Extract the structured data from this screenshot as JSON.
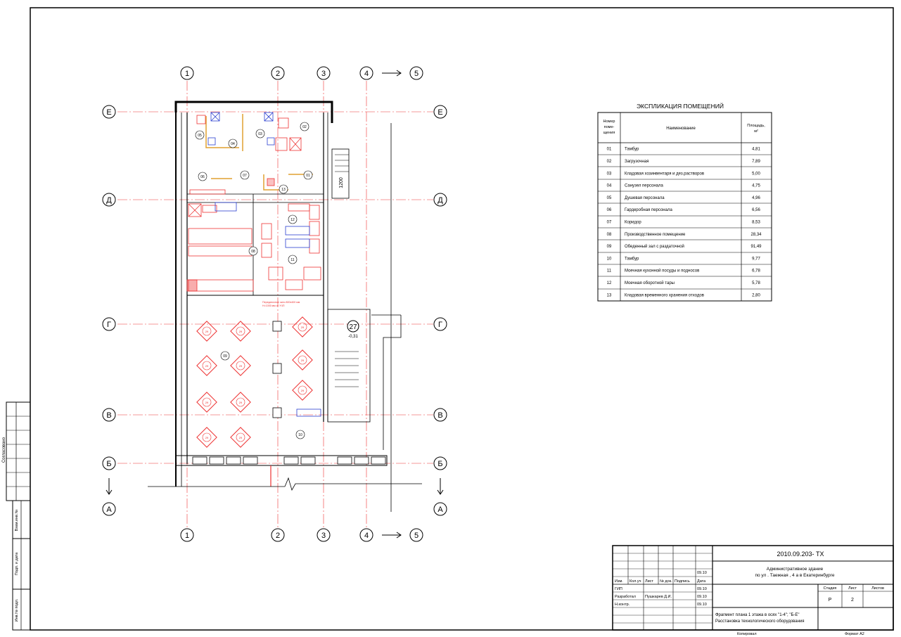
{
  "axes": {
    "vertical": [
      {
        "id": "1",
        "label": "1"
      },
      {
        "id": "2",
        "label": "2"
      },
      {
        "id": "3",
        "label": "3"
      },
      {
        "id": "4",
        "label": "4"
      },
      {
        "id": "5",
        "label": "5"
      }
    ],
    "horizontal": [
      {
        "id": "E",
        "label": "Е"
      },
      {
        "id": "D",
        "label": "Д"
      },
      {
        "id": "G",
        "label": "Г"
      },
      {
        "id": "V",
        "label": "В"
      },
      {
        "id": "B",
        "label": "Б"
      },
      {
        "id": "A",
        "label": "А"
      }
    ]
  },
  "plan": {
    "stair_number": "27",
    "stair_level": "-0,31",
    "dimension_1200": "1200",
    "room_tags": [
      "01",
      "02",
      "03",
      "04",
      "05",
      "06",
      "07",
      "08",
      "09",
      "10",
      "11",
      "12",
      "13"
    ],
    "table_seat": "29",
    "note_line1": "Передаточное окно 800х400 мм",
    "note_line2": "Н=1000 мм от УЧП"
  },
  "explication": {
    "title": "ЭКСПЛИКАЦИЯ ПОМЕЩЕНИЙ",
    "headers": {
      "number": [
        "Номер",
        "поме-",
        "щения"
      ],
      "name": "Наименование",
      "area": [
        "Площадь,",
        "м²"
      ]
    },
    "rows": [
      {
        "num": "01",
        "name": "Тамбур",
        "area": "4,81"
      },
      {
        "num": "02",
        "name": "Загрузочная",
        "area": "7,89"
      },
      {
        "num": "03",
        "name": "Кладовая хозинвентаря и дез.растворов",
        "area": "5,00"
      },
      {
        "num": "04",
        "name": "Санузел персонала",
        "area": "4,75"
      },
      {
        "num": "05",
        "name": "Душевая персонала",
        "area": "4,96"
      },
      {
        "num": "06",
        "name": "Гардеробная персонала",
        "area": "6,56"
      },
      {
        "num": "07",
        "name": "Коридор",
        "area": "8,53"
      },
      {
        "num": "08",
        "name": "Производственное помещение",
        "area": "28,34"
      },
      {
        "num": "09",
        "name": "Обеденный зал с раздаточной",
        "area": "91,49"
      },
      {
        "num": "10",
        "name": "Тамбур",
        "area": "9,77"
      },
      {
        "num": "11",
        "name": "Моечная кухонной посуды и подносов",
        "area": "6,78"
      },
      {
        "num": "12",
        "name": "Моечная оборотной тары",
        "area": "5,78"
      },
      {
        "num": "13",
        "name": "Кладовая временного хранения отходов",
        "area": "2,80"
      }
    ]
  },
  "stamp": {
    "code": "2010.09.203-    ТХ",
    "object_line1": "Административное здание",
    "object_line2": "по ул . Таежная   , 4 а в Екатеринбурге",
    "col_headers": [
      "Изм.",
      "Кол.уч",
      "Лист",
      "№ док.",
      "Подпись",
      "Дата"
    ],
    "roles": [
      {
        "role": "ГИП",
        "name": "",
        "date": "09.10"
      },
      {
        "role": "Разработал",
        "name": "Пушкарев Д.И.",
        "date": "09.10"
      },
      {
        "role": "Н.контр.",
        "name": "",
        "date": "09.10"
      }
    ],
    "first_date": "09.10",
    "stage_label": "Стадия",
    "sheet_label": "Лист",
    "sheets_label": "Листов",
    "stage_value": "Р",
    "sheet_value": "2",
    "drawing_line1": "Фрагмент  плана 1 этажа в осях \"1-4\"; \"Б-Е\"",
    "drawing_line2": "Расстановка технологического оборудования",
    "copied": "Копировал",
    "format": "Формат А2"
  },
  "side_stamp": {
    "agreed": "Согласовано",
    "replace_inv": "Взам.инв.№",
    "sign_date": "Подп. и дата",
    "inv_orig": "Инв.№ подл."
  }
}
